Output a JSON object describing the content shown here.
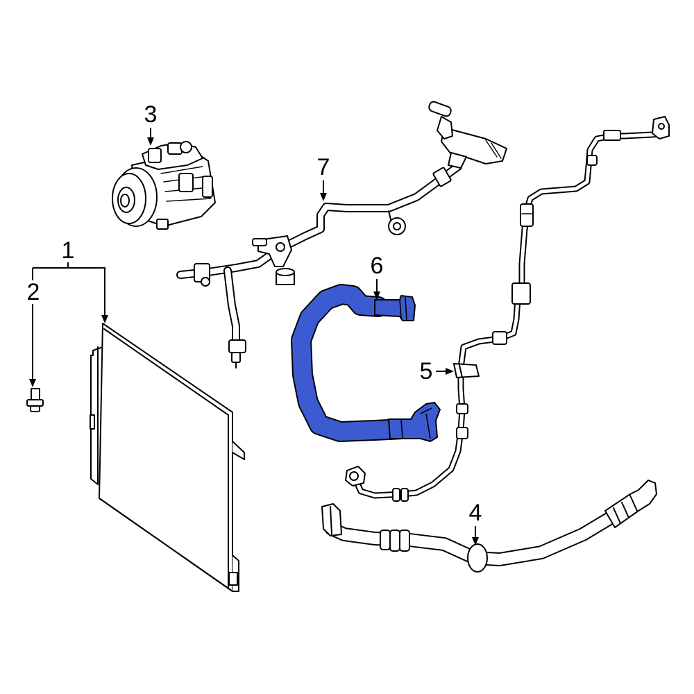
{
  "diagram": {
    "highlight_color": "#3d5bd0",
    "line_color": "#000000",
    "background": "#ffffff",
    "callouts": [
      {
        "id": "1",
        "label": "1"
      },
      {
        "id": "2",
        "label": "2"
      },
      {
        "id": "3",
        "label": "3"
      },
      {
        "id": "4",
        "label": "4"
      },
      {
        "id": "5",
        "label": "5"
      },
      {
        "id": "6",
        "label": "6"
      },
      {
        "id": "7",
        "label": "7"
      }
    ],
    "highlighted_part": "6"
  }
}
